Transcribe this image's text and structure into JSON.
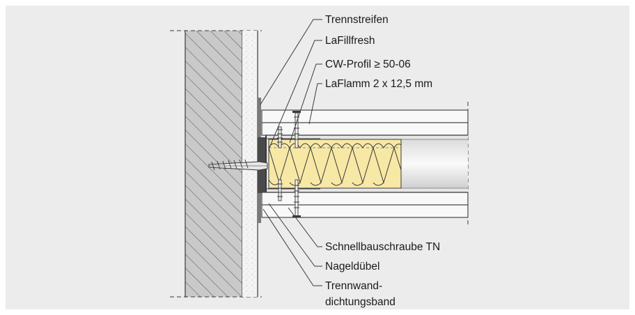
{
  "labels": {
    "trennstreifen": "Trennstreifen",
    "lafillfresh": "LaFillfresh",
    "cw_profil": "CW-Profil ≥ 50-06",
    "laflamm": "LaFlamm 2 x 12,5 mm",
    "schnellbauschraube": "Schnellbauschraube TN",
    "nageldubel": "Nageldübel",
    "trennwand_line1": "Trennwand-",
    "trennwand_line2": "dichtungsband"
  },
  "colors": {
    "background": "#ececec",
    "insulation": "#f7e8a6",
    "plaster": "#f4f4f4",
    "masonry": "#c9c9c9",
    "board": "#f8f8f8",
    "line": "#3a3a3a"
  }
}
